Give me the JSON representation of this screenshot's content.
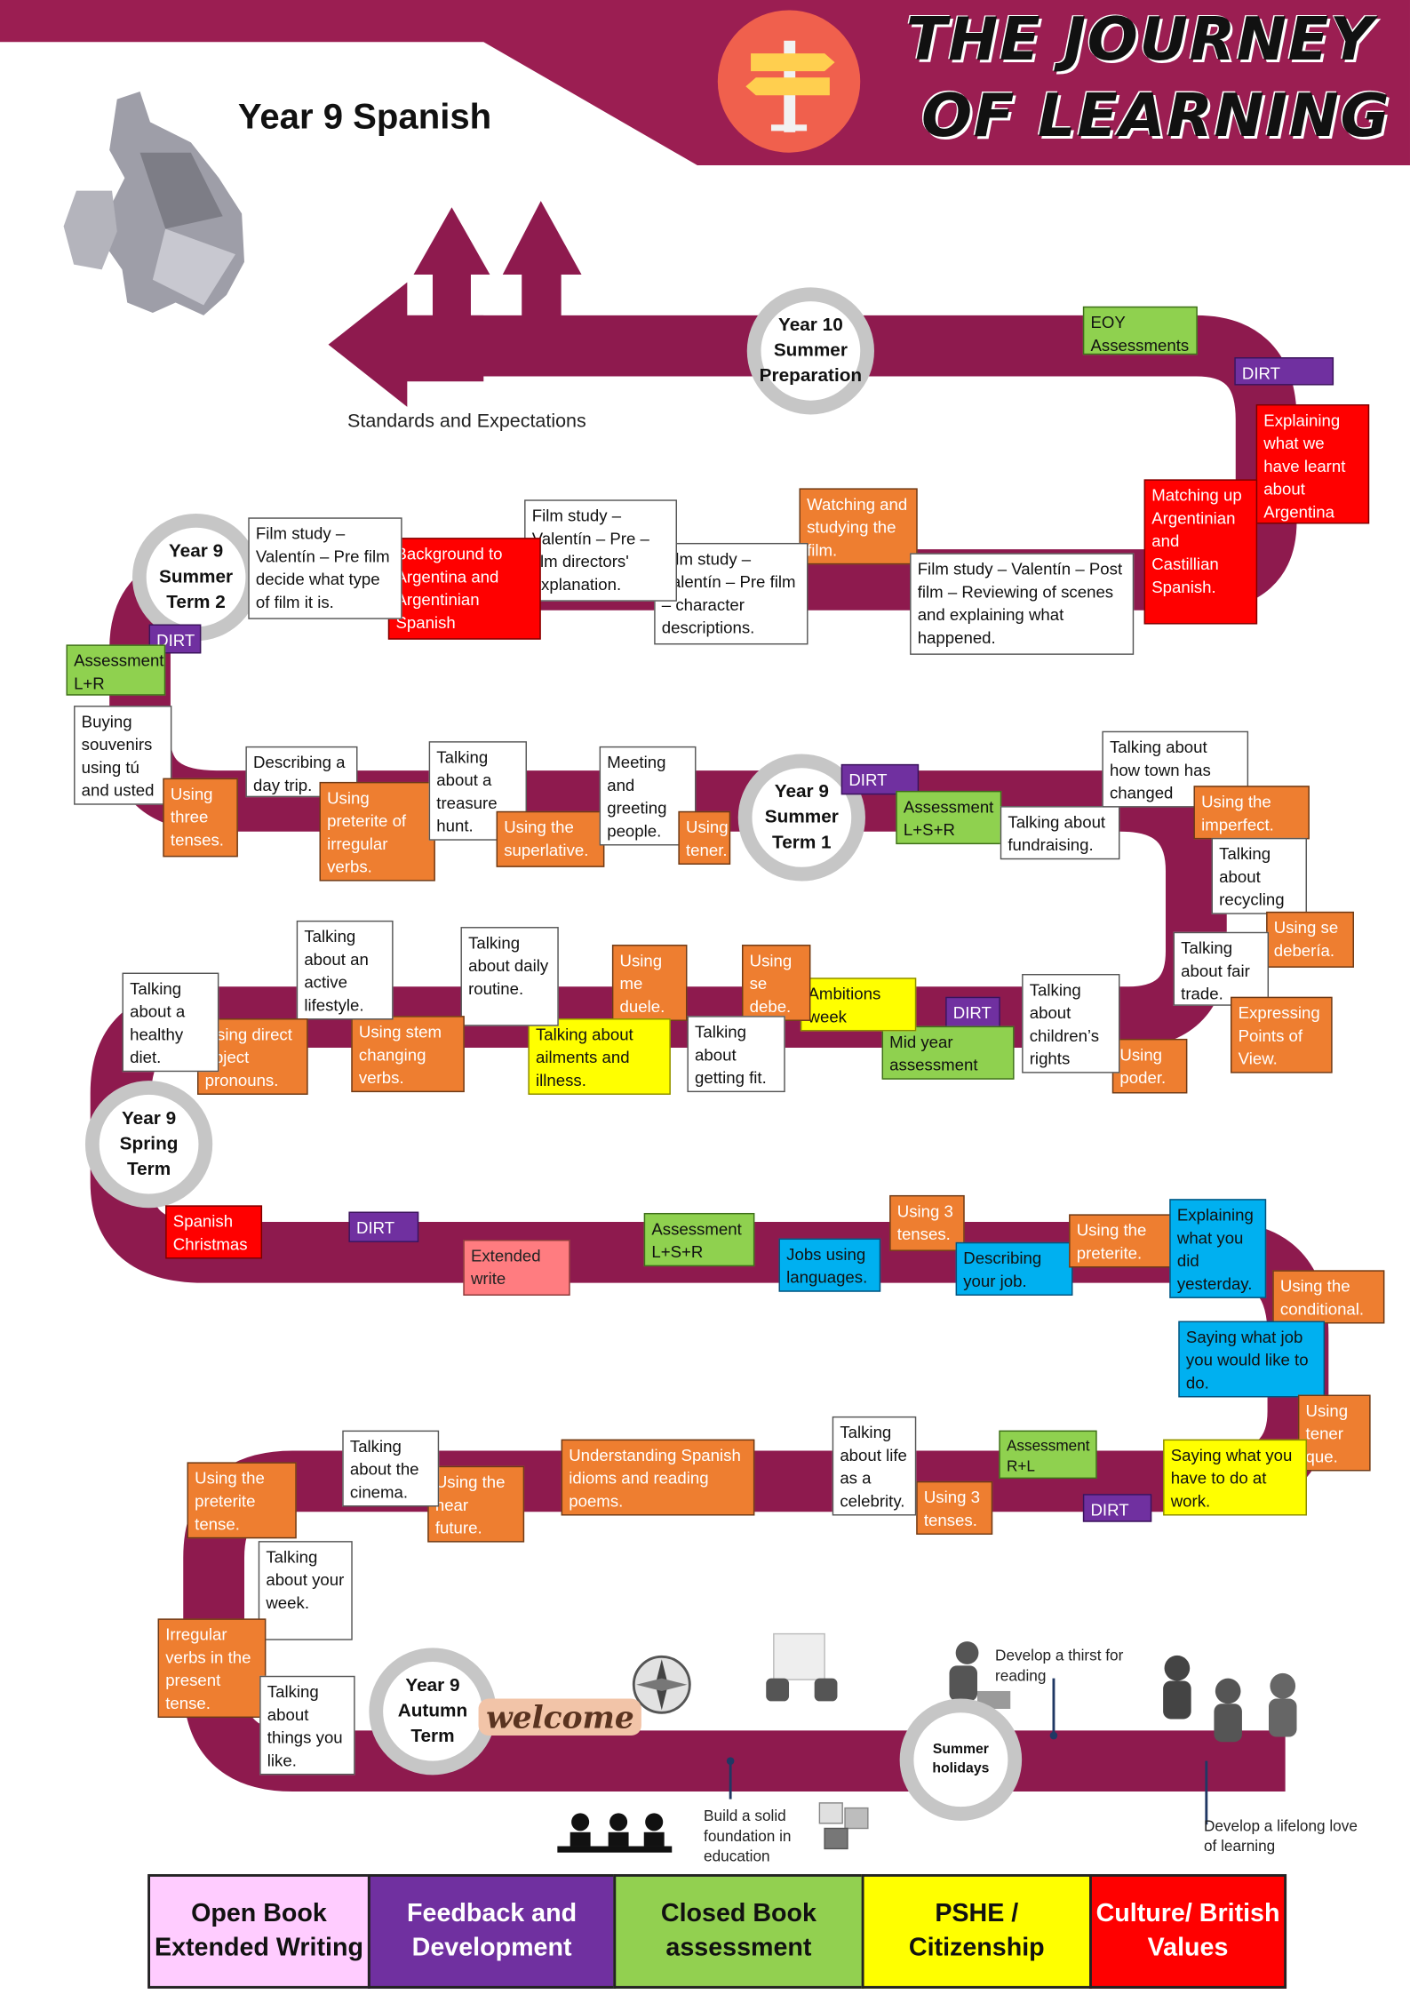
{
  "header": {
    "title_line1": "THE JOURNEY",
    "title_line2": "OF LEARNING",
    "subtitle": "Year 9 Spanish",
    "standards": "Standards and Expectations",
    "brand_color": "#9b1e52"
  },
  "terms": {
    "y10": "Year 10 Summer Preparation",
    "y9s2": "Year 9 Summer Term 2",
    "y9s1": "Year 9 Summer Term 1",
    "y9sp": "Year 9 Spring Term",
    "y9au": "Year 9 Autumn Term",
    "holidays": "Summer holidays",
    "welcome": "welcome"
  },
  "row1": {
    "eoy": "EOY Assessments",
    "dirt": "DIRT",
    "explaining_argentina": "Explaining what we have learnt about Argentina",
    "matching": "Matching up Argentinian and Castillian Spanish.",
    "watching": "Watching and studying the film.",
    "post_film": "Film study – Valentín – Post film – Reviewing of scenes and explaining what happened.",
    "characters": "Film study – Valentín – Pre film – character descriptions.",
    "directors": "Film study – Valentín – Pre – film directors' explanation.",
    "background": "Background to Argentina and Argentinian Spanish",
    "film_type": "Film study – Valentín – Pre film decide what type of film it is.",
    "dirt2": "DIRT",
    "assessment": "Assessment L+R"
  },
  "row2": {
    "souvenirs": "Buying souvenirs using tú and usted",
    "three_tenses": "Using three tenses.",
    "day_trip": "Describing a day trip.",
    "preterite_irregular": "Using preterite of irregular verbs.",
    "treasure": "Talking about a treasure hunt.",
    "superlative": "Using the superlative.",
    "greeting": "Meeting and greeting people.",
    "tener": "Using tener.",
    "dirt": "DIRT",
    "assessment": "Assessment L+S+R",
    "fundraising": "Talking about fundraising.",
    "town": "Talking about how town has changed",
    "imperfect": "Using the imperfect.",
    "recycling": "Talking about recycling"
  },
  "row3": {
    "se_deberia": "Using se debería.",
    "fair_trade": "Talking about fair trade.",
    "points_of_view": "Expressing Points of View.",
    "poder": "Using poder.",
    "childrens_rights": "Talking about children’s rights",
    "dirt": "DIRT",
    "mid_year": "Mid year assessment",
    "ambitions": "Ambitions week",
    "se_debe": "Using se debe.",
    "getting_fit": "Talking about getting fit.",
    "me_duele": "Using me duele.",
    "ailments": "Talking about ailments and illness.",
    "daily_routine": "Talking about daily routine.",
    "stem_changing": "Using stem changing verbs.",
    "active_lifestyle": "Talking about an active lifestyle.",
    "direct_object": "Using direct object pronouns.",
    "healthy_diet": "Talking about a healthy diet."
  },
  "row4": {
    "christmas": "Spanish Christmas",
    "dirt": "DIRT",
    "extended_write": "Extended write",
    "assessment": "Assessment L+S+R",
    "jobs_languages": "Jobs using languages.",
    "three_tenses": "Using 3 tenses.",
    "describing_job": "Describing your job.",
    "preterite": "Using the preterite.",
    "yesterday": "Explaining what you did yesterday.",
    "conditional": "Using the conditional.",
    "would_like": "Saying what job you would like to do.",
    "tener_que": "Using tener que."
  },
  "row5": {
    "work": "Saying what you have to do at work.",
    "dirt": "DIRT",
    "assessment": "Assessment R+L",
    "three_tenses": "Using 3 tenses.",
    "celebrity": "Talking about life as a celebrity.",
    "idioms": "Understanding Spanish idioms and reading poems.",
    "near_future": "Using the near future.",
    "cinema": "Talking about the cinema.",
    "preterite_tense": "Using the preterite tense.",
    "week": "Talking about your week.",
    "irregular_present": "Irregular verbs in the present tense.",
    "things_you_like": "Talking about things you like."
  },
  "notes": {
    "thirst": "Develop a thirst for reading",
    "foundation": "Build a solid foundation in education",
    "lifelong": "Develop a lifelong love of learning"
  },
  "legend": [
    {
      "label": "Open Book Extended Writing",
      "color": "#ffccff"
    },
    {
      "label": "Feedback and Development",
      "color": "#7030a0"
    },
    {
      "label": "Closed Book assessment",
      "color": "#92d050"
    },
    {
      "label": "PSHE / Citizenship",
      "color": "#ffff00"
    },
    {
      "label": "Culture/ British Values",
      "color": "#ff0000"
    }
  ]
}
